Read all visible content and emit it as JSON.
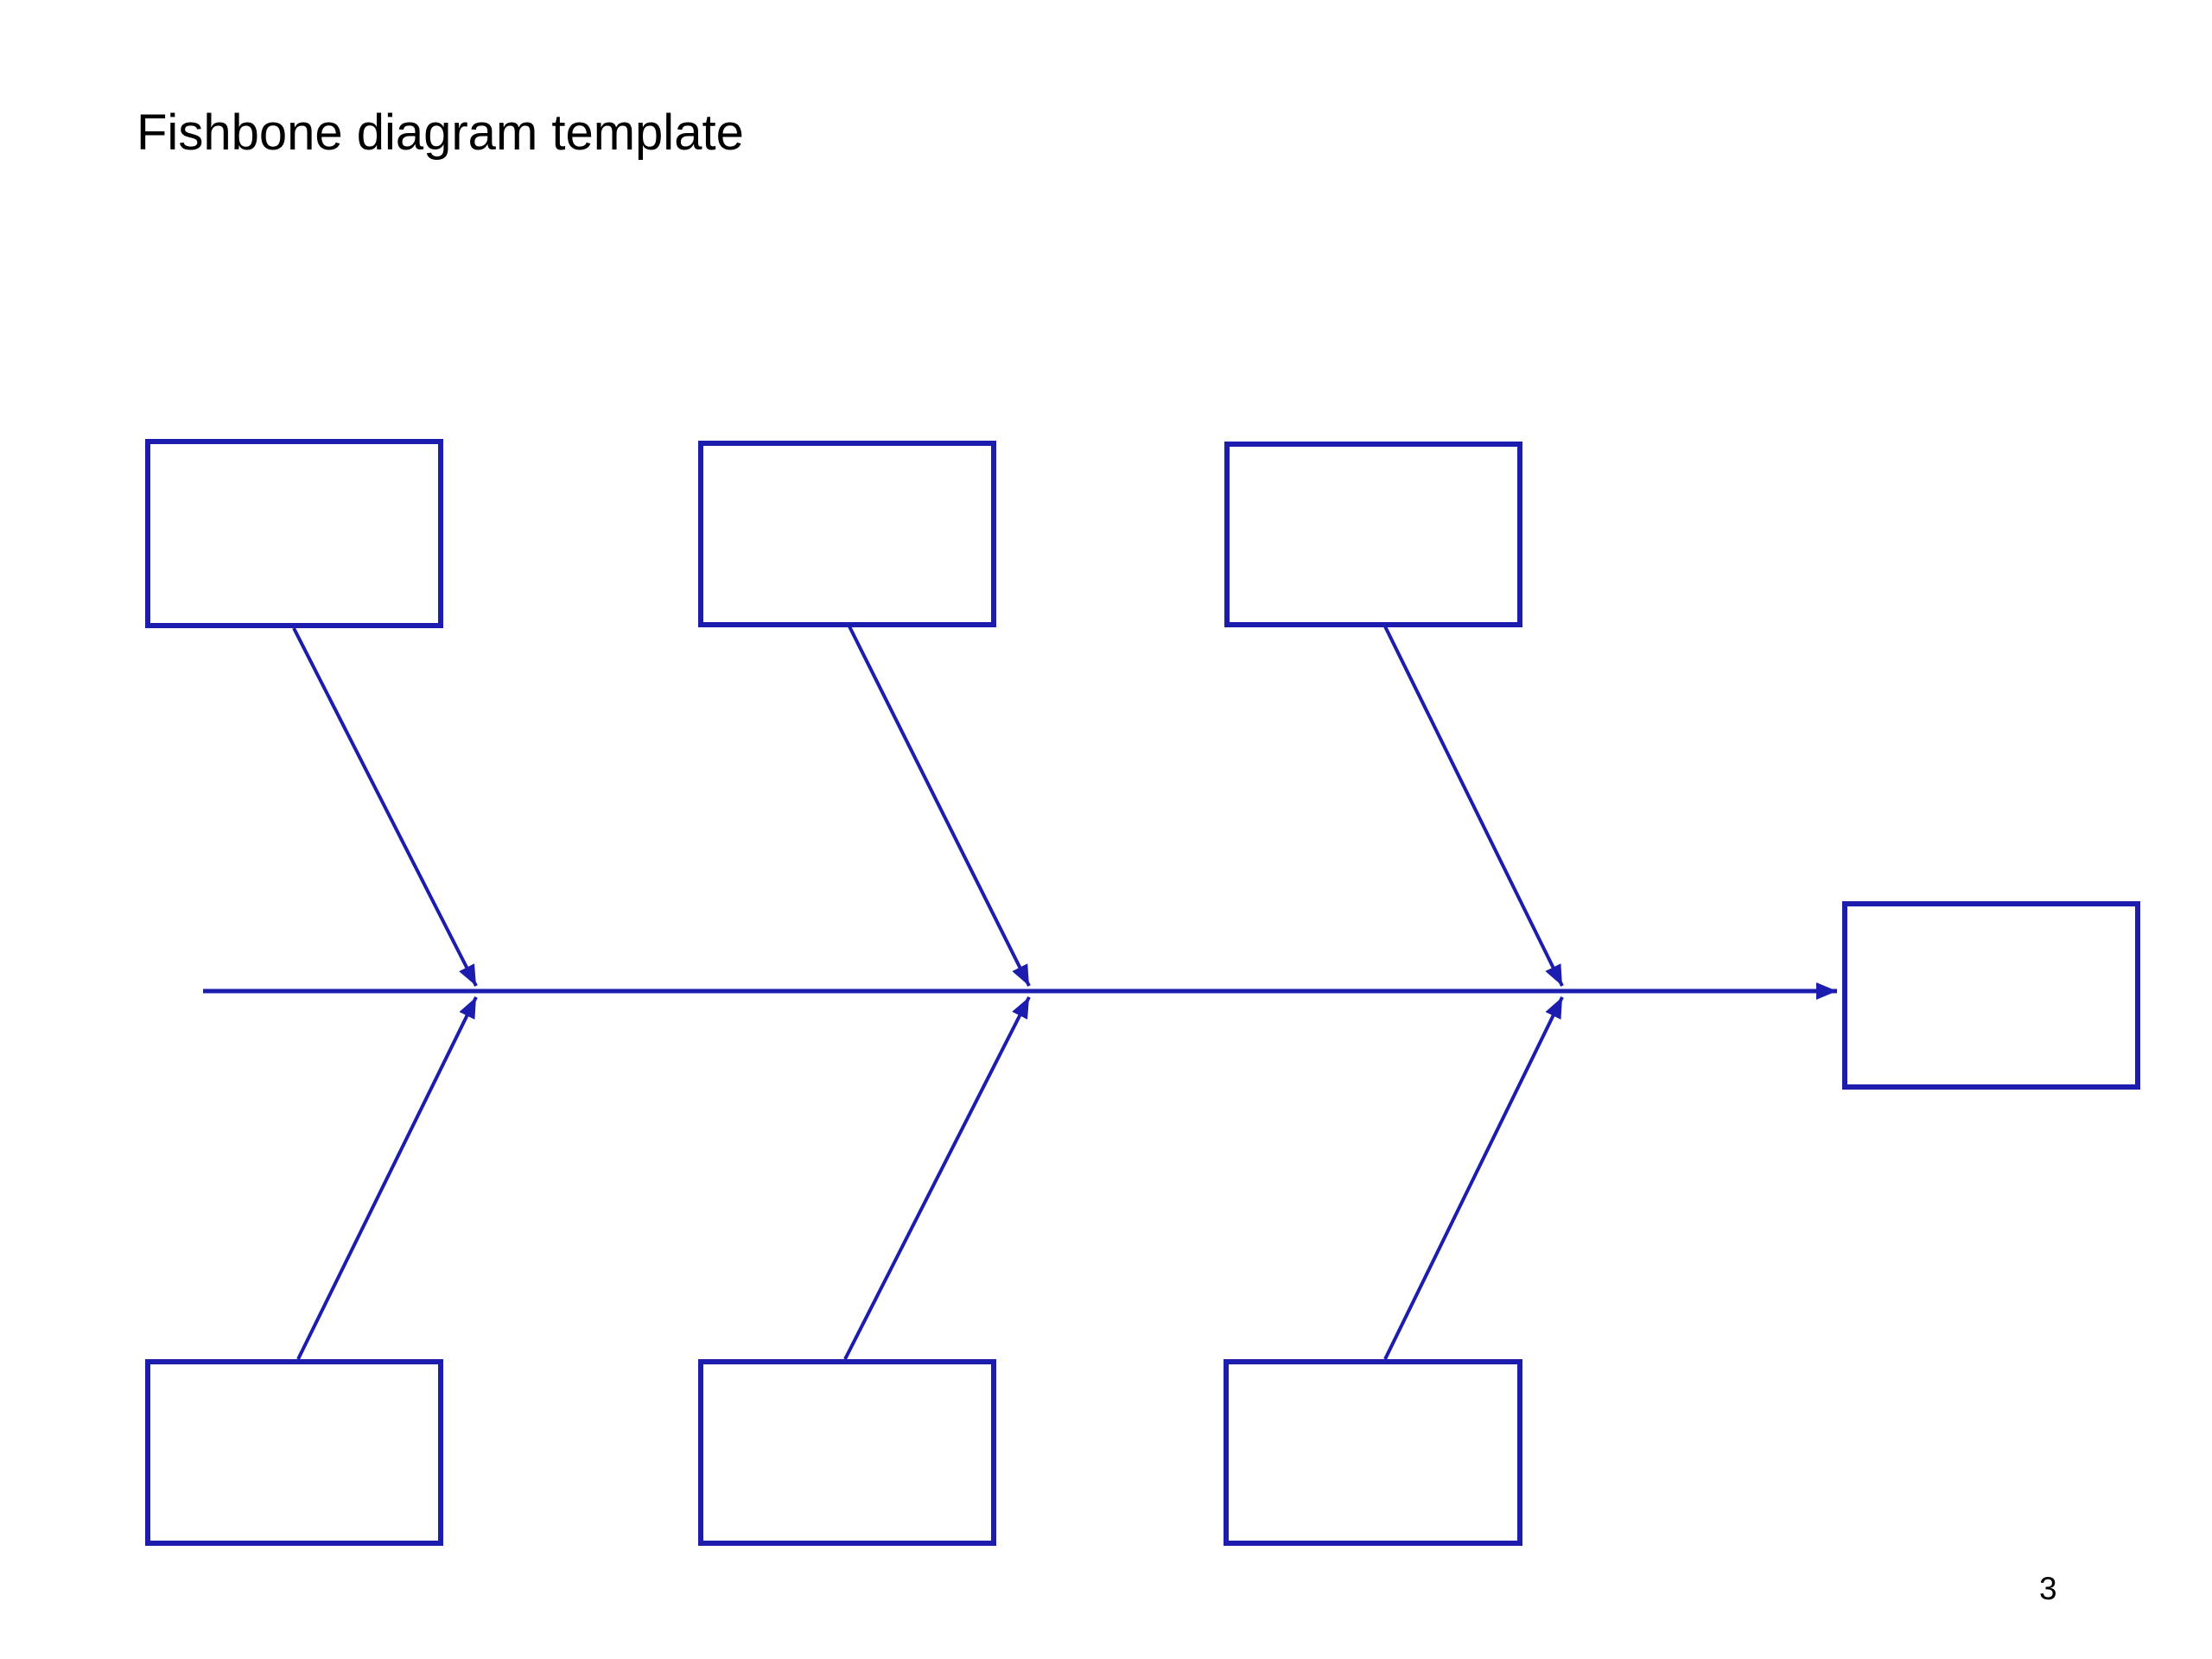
{
  "page": {
    "title": "Fishbone diagram template",
    "page_number": "3"
  },
  "colors": {
    "accent": "#1C1CAF",
    "text": "#000000",
    "background": "#FFFFFF"
  },
  "diagram": {
    "type": "fishbone",
    "cause_boxes_top": [
      {
        "label": ""
      },
      {
        "label": ""
      },
      {
        "label": ""
      }
    ],
    "cause_boxes_bottom": [
      {
        "label": ""
      },
      {
        "label": ""
      },
      {
        "label": ""
      }
    ],
    "effect_box": {
      "label": ""
    }
  }
}
